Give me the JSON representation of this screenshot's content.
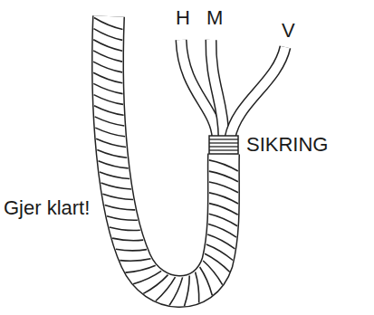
{
  "diagram": {
    "labels": [
      "H",
      "M",
      "V",
      "SIKRING",
      "Gjer klart!"
    ]
  }
}
